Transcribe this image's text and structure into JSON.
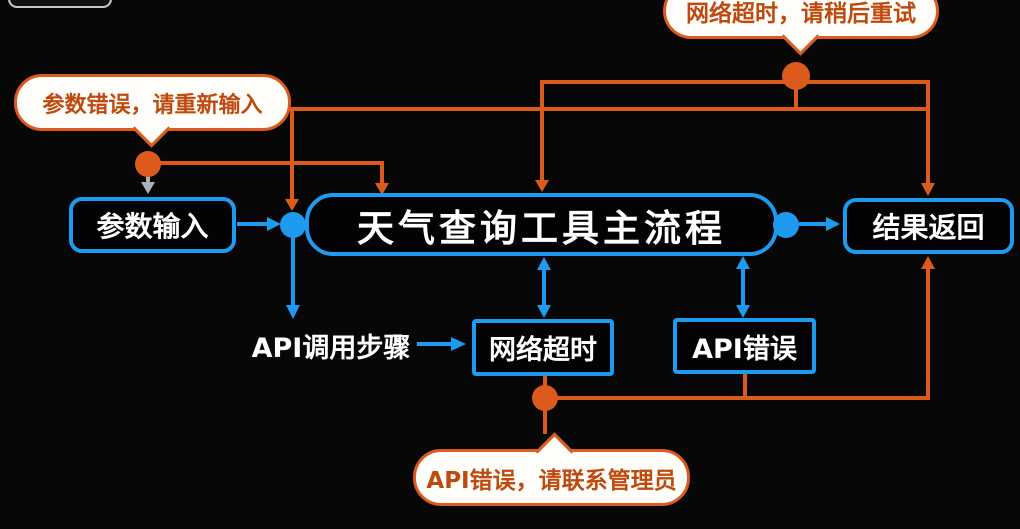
{
  "colors": {
    "background": "#070707",
    "orange": "#dc5a1c",
    "blue": "#1e9bf0",
    "gray_arrow": "#a9b2ba",
    "node_text": "#ffffff",
    "bubble_bg": "#fffdf9",
    "bubble_text": "#bf4a10"
  },
  "nodes": {
    "param_input": {
      "label": "参数输入"
    },
    "main_flow": {
      "label": "天气查询工具主流程"
    },
    "result_return": {
      "label": "结果返回"
    },
    "api_call_step": {
      "label": "API调用步骤"
    },
    "network_timeout": {
      "label": "网络超时"
    },
    "api_error": {
      "label": "API错误"
    }
  },
  "callouts": {
    "network_timeout": {
      "text": "网络超时，请稍后重试"
    },
    "param_error": {
      "text": "参数错误，请重新输入"
    },
    "api_error": {
      "text": "API错误，请联系管理员"
    }
  },
  "edges": [
    {
      "from": "param-error-junction",
      "to": "param-input",
      "color": "gray"
    },
    {
      "from": "param-error-junction",
      "to": "main-flow-top",
      "color": "orange"
    },
    {
      "from": "timeout-junction",
      "to": "main-flow-top",
      "color": "orange"
    },
    {
      "from": "timeout-junction",
      "to": "main-flow-left",
      "color": "orange"
    },
    {
      "from": "timeout-junction",
      "to": "result-return-top",
      "color": "orange"
    },
    {
      "from": "param-input",
      "to": "main-flow",
      "color": "blue"
    },
    {
      "from": "main-flow",
      "to": "result-return",
      "color": "blue"
    },
    {
      "from": "main-flow-left-port",
      "to": "api-call-step",
      "color": "blue"
    },
    {
      "from": "api-call-step",
      "to": "network-timeout",
      "color": "blue"
    },
    {
      "from": "main-flow",
      "to": "network-timeout",
      "color": "blue",
      "bidirectional": true
    },
    {
      "from": "main-flow",
      "to": "api-error",
      "color": "blue",
      "bidirectional": true
    },
    {
      "from": "network-timeout",
      "to": "api-error-junction",
      "color": "orange"
    },
    {
      "from": "api-error",
      "to": "api-error-junction",
      "color": "orange"
    },
    {
      "from": "api-error-junction",
      "to": "result-return-bottom",
      "color": "orange"
    }
  ]
}
